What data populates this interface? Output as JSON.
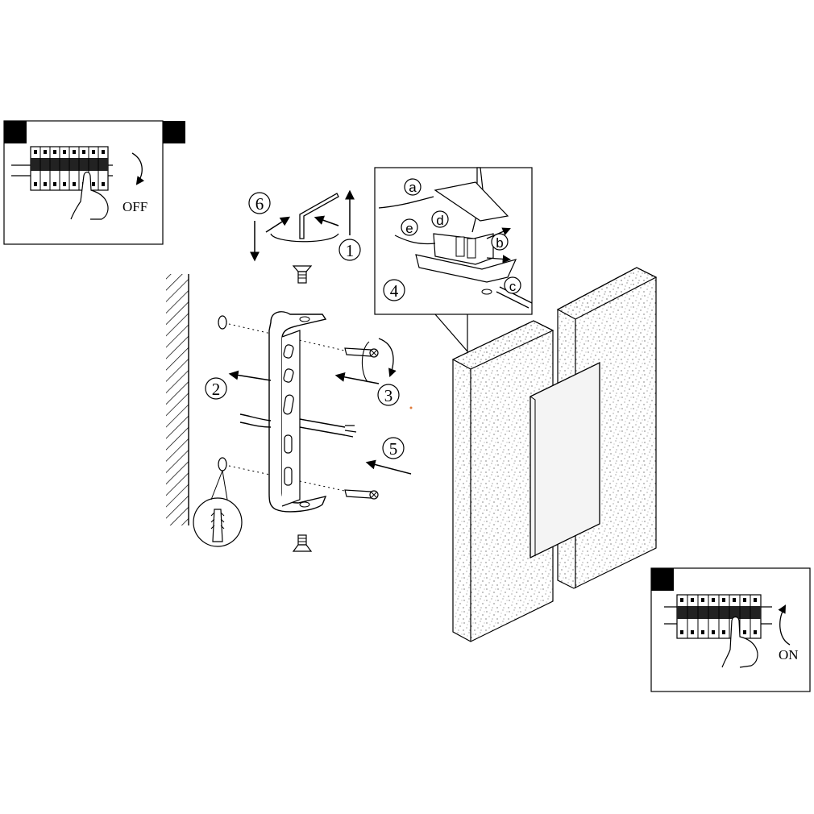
{
  "colors": {
    "line": "#000000",
    "background": "#ffffff",
    "stipple": "#333333",
    "panel_face": "#f4f4f4",
    "dot_orange": "#e07a3a"
  },
  "panel_off": {
    "label": "OFF",
    "icons": [
      "breaker-panel-icon",
      "hand-icon",
      "curved-arrow-down-icon"
    ]
  },
  "panel_on": {
    "label": "ON",
    "icons": [
      "breaker-panel-icon",
      "hand-icon",
      "curved-arrow-up-icon"
    ]
  },
  "detail_box": {
    "step": "4",
    "labels": [
      "a",
      "b",
      "c",
      "d",
      "e"
    ],
    "icons": [
      "screwdriver-icon",
      "terminal-block-icon",
      "cable-icon"
    ]
  },
  "steps": {
    "s1": "1",
    "s2": "2",
    "s3": "3",
    "s5": "5",
    "s6": "6"
  },
  "icons": [
    "allen-key-icon",
    "screw-icon",
    "wall-plug-icon",
    "mounting-bracket-icon",
    "lamp-icon",
    "arrow-icon"
  ]
}
